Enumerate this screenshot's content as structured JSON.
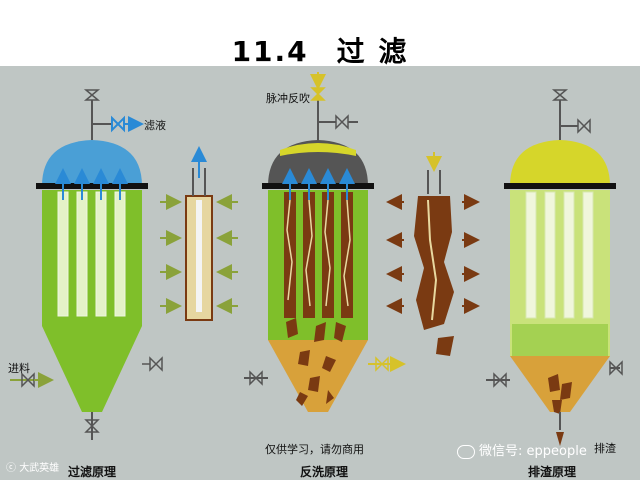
{
  "title": {
    "number": "11.4",
    "text": "过 滤"
  },
  "labels": {
    "filtrate": "滤液",
    "feed": "进料",
    "pulse_backflush": "脉冲反吹",
    "drain_partial": "排渣"
  },
  "captions": {
    "filtration": "过滤原理",
    "backwash": "反洗原理",
    "discharge": "排渣原理"
  },
  "notice": "仅供学习，请勿商用",
  "watermarks": {
    "left": "大武英雄",
    "right": "微信号: eppeople"
  },
  "colors": {
    "body_green": "#7fbf2a",
    "body_light": "#c9e27a",
    "dome_blue": "#4a9fd6",
    "dome_yellow": "#d6d62a",
    "dome_dark": "#555555",
    "cake_brown": "#7a3a12",
    "cone_sand": "#d8a13a",
    "plate": "#111111",
    "arrow_green": "#8aa23a",
    "arrow_blue": "#2a8ad6",
    "arrow_brown": "#7a3a12",
    "valve": "#555555"
  }
}
